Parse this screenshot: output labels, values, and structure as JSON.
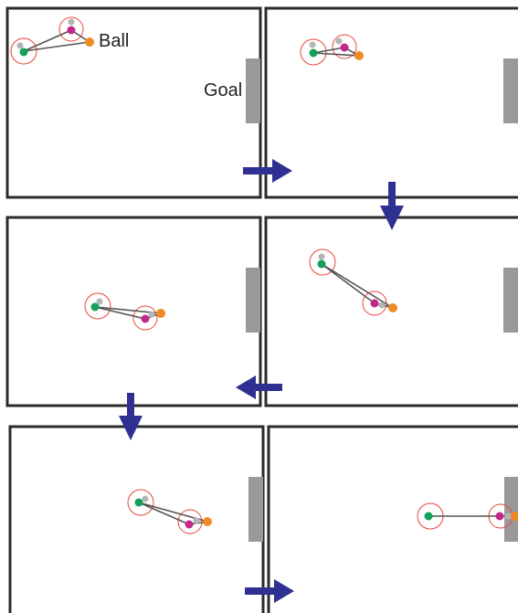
{
  "labels": {
    "ball": "Ball",
    "goal": "Goal"
  },
  "colors": {
    "frame": "#2b2b2b",
    "goal": "#999999",
    "arrow": "#2e3192",
    "link": "#555555",
    "player_green": "#12a05a",
    "player_magenta": "#c2288c",
    "player_gray": "#b4b4b4",
    "ball": "#f08a24",
    "range_circle": "#e8453c"
  },
  "sequence": [
    {
      "step": 1,
      "next_arrow": "right"
    },
    {
      "step": 2,
      "next_arrow": "down"
    },
    {
      "step": 3,
      "next_arrow": "down"
    },
    {
      "step": 4,
      "next_arrow": "left"
    },
    {
      "step": 5,
      "next_arrow": "right"
    },
    {
      "step": 6,
      "next_arrow": ""
    }
  ]
}
